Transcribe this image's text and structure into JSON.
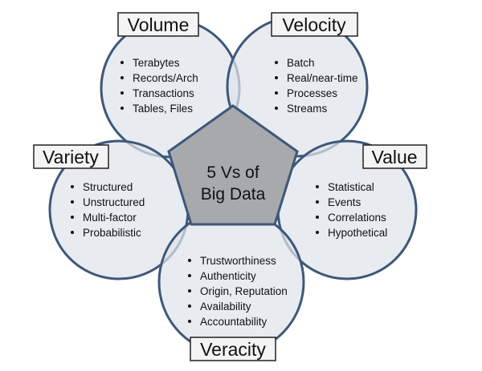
{
  "center": {
    "line1": "5 Vs of",
    "line2": "Big Data"
  },
  "sections": {
    "volume": {
      "title": "Volume",
      "items": [
        "Terabytes",
        "Records/Arch",
        "Transactions",
        "Tables, Files"
      ]
    },
    "velocity": {
      "title": "Velocity",
      "items": [
        "Batch",
        "Real/near-time",
        "Processes",
        "Streams"
      ]
    },
    "variety": {
      "title": "Variety",
      "items": [
        "Structured",
        "Unstructured",
        "Multi-factor",
        "Probabilistic"
      ]
    },
    "value": {
      "title": "Value",
      "items": [
        "Statistical",
        "Events",
        "Correlations",
        "Hypothetical"
      ]
    },
    "veracity": {
      "title": "Veracity",
      "items": [
        "Trustworthiness",
        "Authenticity",
        "Origin, Reputation",
        "Availability",
        "Accountability"
      ]
    }
  },
  "colors": {
    "circle_fill": "#dfe3ea",
    "circle_stroke": "#3d5879",
    "pentagon_fill": "#a7a9ac"
  }
}
